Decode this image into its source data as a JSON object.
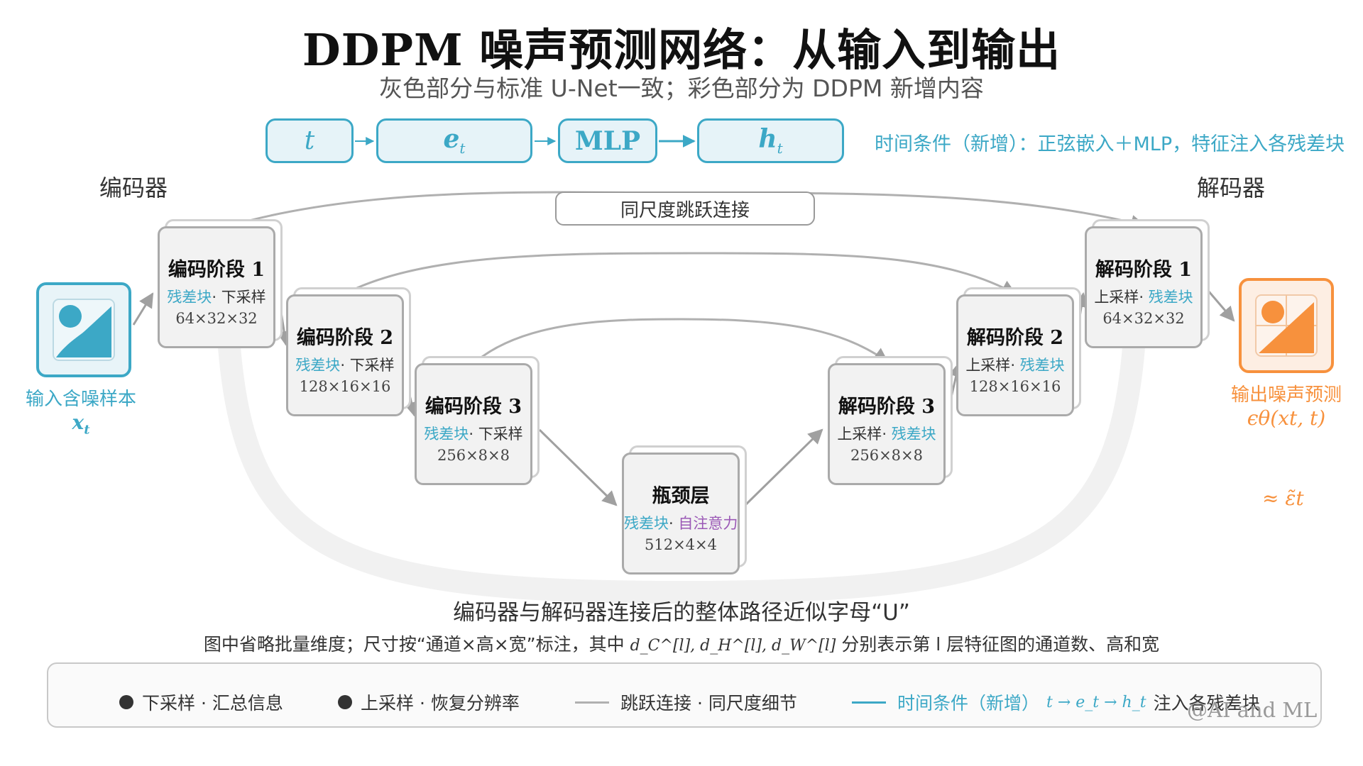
{
  "title": "DDPM 噪声预测网络：从输入到输出",
  "subtitle": "灰色部分与标准 U-Net一致；彩色部分为 DDPM 新增内容",
  "time_chain": {
    "t_label": "t",
    "et_base": "e",
    "et_sub": "t",
    "mlp_label": "MLP",
    "ht_base": "h",
    "ht_sub": "t",
    "arrow": "→",
    "note": "时间条件（新增）：正弦嵌入＋MLP，特征注入各残差块"
  },
  "encoder_label": "编码器",
  "decoder_label": "解码器",
  "skip_label": "同尺度跳跃连接",
  "input": {
    "label": "输入含噪样本",
    "symbol_base": "x",
    "symbol_sub": "t"
  },
  "output": {
    "label": "输出噪声预测",
    "symbol": "ϵθ(xt, t)",
    "approx": "≈ ε̃t"
  },
  "encoder_stages": [
    {
      "name": "编码阶段 1",
      "op_res": "残差块",
      "sep": "·",
      "op_sample": "下采样",
      "dims": "64×32×32"
    },
    {
      "name": "编码阶段 2",
      "op_res": "残差块",
      "sep": "·",
      "op_sample": "下采样",
      "dims": "128×16×16"
    },
    {
      "name": "编码阶段 3",
      "op_res": "残差块",
      "sep": "·",
      "op_sample": "下采样",
      "dims": "256×8×8"
    }
  ],
  "bottleneck": {
    "name": "瓶颈层",
    "op_res": "残差块",
    "sep": "·",
    "op_attn": "自注意力",
    "dims": "512×4×4"
  },
  "decoder_stages": [
    {
      "name": "解码阶段 1",
      "op_sample": "上采样",
      "sep": "·",
      "op_res": "残差块",
      "dims": "64×32×32"
    },
    {
      "name": "解码阶段 2",
      "op_sample": "上采样",
      "sep": "·",
      "op_res": "残差块",
      "dims": "128×16×16"
    },
    {
      "name": "解码阶段 3",
      "op_sample": "上采样",
      "sep": "·",
      "op_res": "残差块",
      "dims": "256×8×8"
    }
  ],
  "u_caption": "编码器与解码器连接后的整体路径近似字母“U”",
  "note": {
    "pre": "图中省略批量维度；尺寸按“通道×高×宽”标注，其中",
    "math": "d_C^[l], d_H^[l], d_W^[l]",
    "post": "分别表示第 l 层特征图的通道数、高和宽"
  },
  "legend": {
    "downsample": "下采样 · 汇总信息",
    "upsample": "上采样 · 恢复分辨率",
    "skip": "跳跃连接 · 同尺度细节",
    "time_pre": "时间条件（新增）",
    "time_math": "t → e_t → h_t",
    "time_post": "注入各残差块"
  },
  "watermark": "@AI and ML",
  "colors": {
    "accent": "#3ca8c6",
    "output": "#f7913d",
    "attention": "#9b59b6",
    "stage_border": "#aaaaaa",
    "skip_line": "#b0b0b0"
  }
}
